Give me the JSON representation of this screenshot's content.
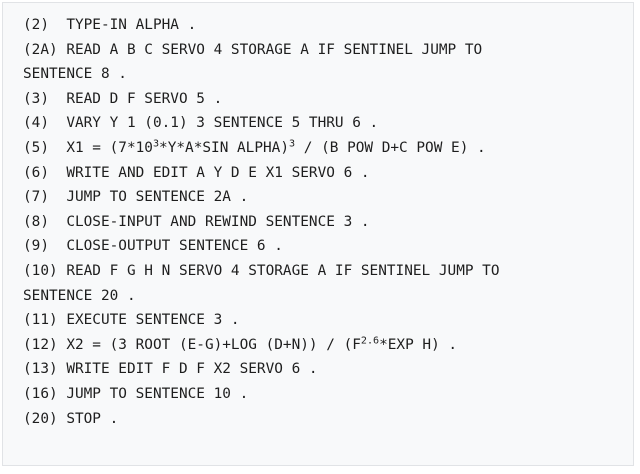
{
  "program": {
    "lines": [
      {
        "id": "2",
        "parts": [
          "(2)  TYPE-IN ALPHA ."
        ]
      },
      {
        "id": "2A",
        "parts": [
          "(2A) READ A B C SERVO 4 STORAGE A IF SENTINEL JUMP TO"
        ]
      },
      {
        "id": "2A-cont",
        "parts": [
          "SENTENCE 8 ."
        ]
      },
      {
        "id": "3",
        "parts": [
          "(3)  READ D F SERVO 5 ."
        ]
      },
      {
        "id": "4",
        "parts": [
          "(4)  VARY Y 1 (0.1) 3 SENTENCE 5 THRU 6 ."
        ]
      },
      {
        "id": "5",
        "parts": [
          "(5)  X1 = (7*10",
          {
            "sup": "3"
          },
          "*Y*A*SIN ALPHA)",
          {
            "sup": "3"
          },
          " / (B POW D+C POW E) ."
        ]
      },
      {
        "id": "6",
        "parts": [
          "(6)  WRITE AND EDIT A Y D E X1 SERVO 6 ."
        ]
      },
      {
        "id": "7",
        "parts": [
          "(7)  JUMP TO SENTENCE 2A ."
        ]
      },
      {
        "id": "8",
        "parts": [
          "(8)  CLOSE-INPUT AND REWIND SENTENCE 3 ."
        ]
      },
      {
        "id": "9",
        "parts": [
          "(9)  CLOSE-OUTPUT SENTENCE 6 ."
        ]
      },
      {
        "id": "10",
        "parts": [
          "(10) READ F G H N SERVO 4 STORAGE A IF SENTINEL JUMP TO"
        ]
      },
      {
        "id": "10-cont",
        "parts": [
          "SENTENCE 20 ."
        ]
      },
      {
        "id": "11",
        "parts": [
          "(11) EXECUTE SENTENCE 3 ."
        ]
      },
      {
        "id": "12",
        "parts": [
          "(12) X2 = (3 ROOT (E-G)+LOG (D+N)) / (F",
          {
            "sup": "2.6"
          },
          "*EXP H) ."
        ]
      },
      {
        "id": "13",
        "parts": [
          "(13) WRITE EDIT F D F X2 SERVO 6 ."
        ]
      },
      {
        "id": "16",
        "parts": [
          "(16) JUMP TO SENTENCE 10 ."
        ]
      },
      {
        "id": "20",
        "parts": [
          "(20) STOP ."
        ]
      }
    ]
  }
}
